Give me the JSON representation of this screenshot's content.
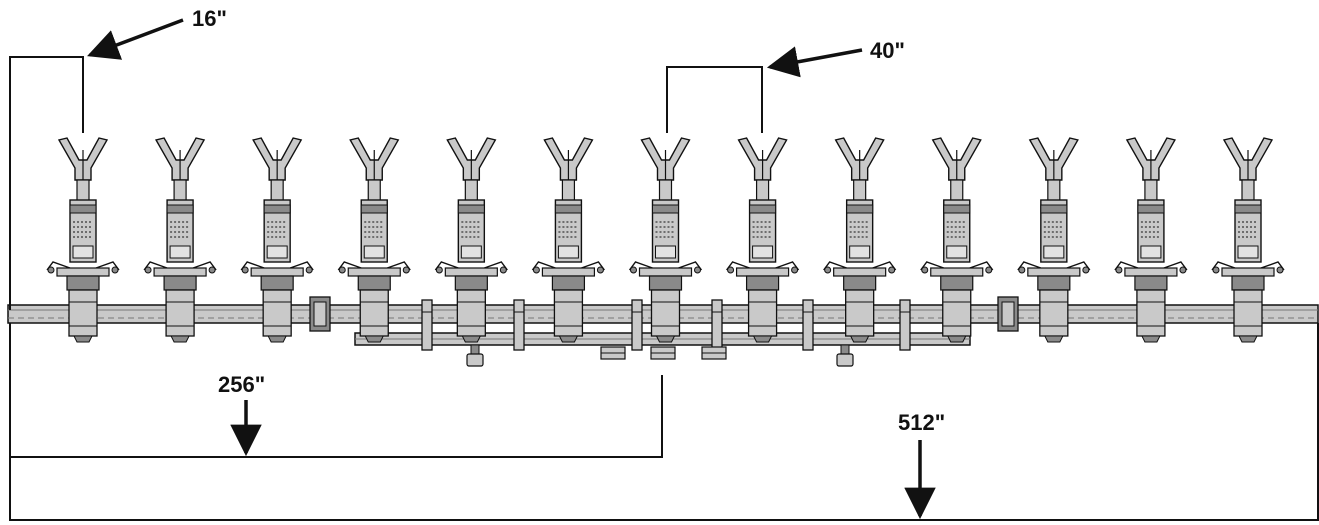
{
  "diagram": {
    "row_unit_count": 13,
    "line_color": "#111111",
    "part_fill": "#c9c9c9",
    "part_dark": "#8a8a8a",
    "dimensions": {
      "row_spacing_small": "16\"",
      "row_spacing_large": "40\"",
      "half_width": "256\"",
      "full_width": "512\""
    }
  }
}
